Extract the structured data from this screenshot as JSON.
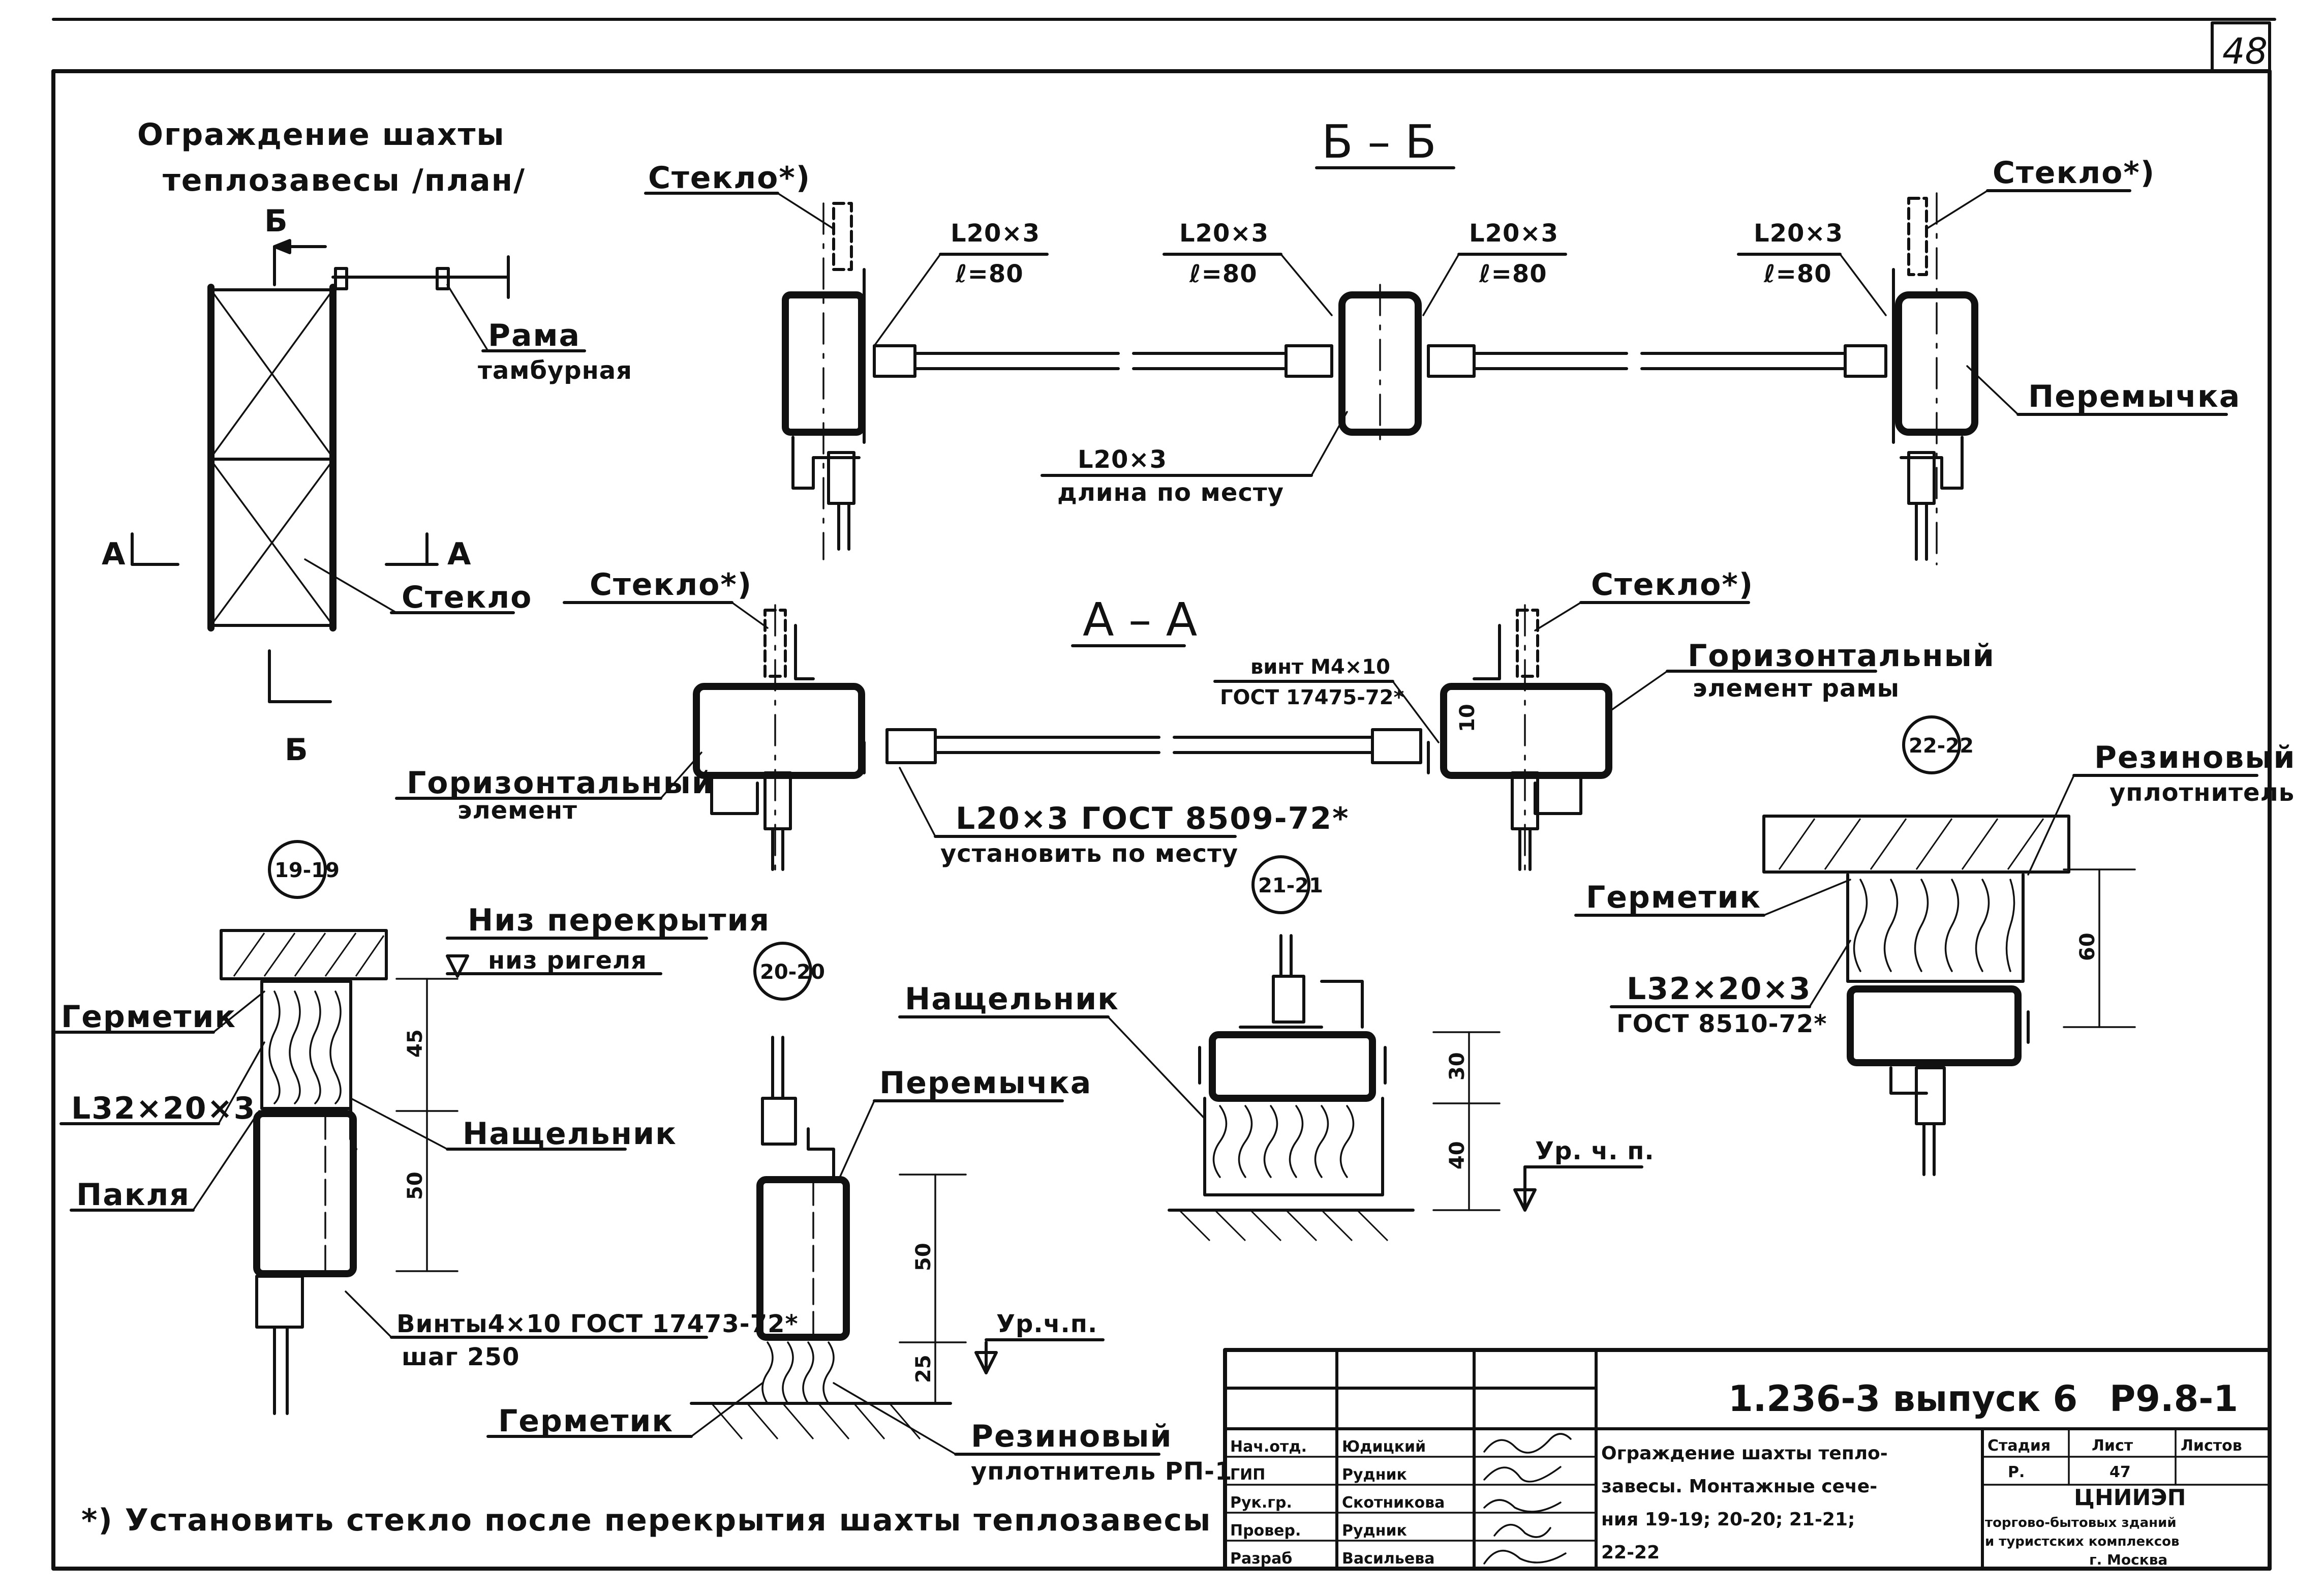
{
  "sheet_number": "48",
  "plan": {
    "title_line1": "Ограждение шахты",
    "title_line2": "теплозавесы /план/",
    "label_frame": "Рама",
    "label_frame_sub": "тамбурная",
    "label_glass": "Стекло",
    "cut_b": "Б",
    "cut_a": "А"
  },
  "section_bb": {
    "title": "Б – Б",
    "glass_left": "Стекло*)",
    "glass_right": "Стекло*)",
    "angle_1": "L20×3",
    "angle_1_len": "ℓ=80",
    "angle_2": "L20×3",
    "angle_2_len": "ℓ=80",
    "angle_3": "L20×3",
    "angle_3_len": "ℓ=80",
    "angle_4": "L20×3",
    "angle_4_len": "ℓ=80",
    "angle_bottom": "L20×3",
    "angle_bottom_note": "длина по месту",
    "lintel": "Перемычка"
  },
  "section_aa": {
    "title": "А – А",
    "glass_left": "Стекло*)",
    "glass_right": "Стекло*)",
    "screw": "винт М4×10",
    "screw_gost": "ГОСТ 17475-72*",
    "dim_10": "10",
    "horiz_elem_right_1": "Горизонтальный",
    "horiz_elem_right_2": "элемент рамы",
    "horiz_elem_left_1": "Горизонтальный",
    "horiz_elem_left_2": "элемент",
    "angle": "L20×3 ГОСТ 8509-72*",
    "angle_note": "установить по месту"
  },
  "section_19": {
    "tag": "19-19",
    "slab_bottom": "Низ перекрытия",
    "beam_bottom": "низ ригеля",
    "sealant": "Герметик",
    "angle": "L32×20×3",
    "batten": "Нащельник",
    "tow": "Пакля",
    "screws": "Винты4×10 ГОСТ 17473-72*",
    "pitch": "шаг 250",
    "dim_45": "45",
    "dim_50": "50"
  },
  "section_20": {
    "tag": "20-20",
    "lintel": "Перемычка",
    "floor_mark": "Ур.ч.п.",
    "sealant": "Герметик",
    "rubber_1": "Резиновый",
    "rubber_2": "уплотнитель РП-1",
    "dim_50": "50",
    "dim_25": "25"
  },
  "section_21": {
    "tag": "21-21",
    "batten": "Нащельник",
    "floor_mark": "Ур. ч. п.",
    "dim_30": "30",
    "dim_40": "40"
  },
  "section_22": {
    "tag": "22-22",
    "rubber_1": "Резиновый",
    "rubber_2": "уплотнитель",
    "sealant": "Герметик",
    "angle": "L32×20×3",
    "angle_gost": "ГОСТ 8510-72*",
    "dim_60": "60"
  },
  "footnote": "*) Установить стекло после перекрытия шахты теплозавесы",
  "title_block": {
    "code": "1.236-3 выпуск 6",
    "mark": "Р9.8-1",
    "roles": [
      "Нач.отд.",
      "ГИП",
      "Рук.гр.",
      "Провер.",
      "Разраб"
    ],
    "names": [
      "Юдицкий",
      "Рудник",
      "Скотникова",
      "Рудник",
      "Васильева"
    ],
    "description_1": "Ограждение шахты тепло-",
    "description_2": "завесы. Монтажные сече-",
    "description_3": "ния 19-19; 20-20; 21-21;",
    "description_4": "22-22",
    "stage_hdr": "Стадия",
    "sheet_hdr": "Лист",
    "sheets_hdr": "Листов",
    "stage": "Р.",
    "sheet": "47",
    "org_1": "ЦНИИЭП",
    "org_2": "торгово-бытовых зданий",
    "org_3": "и туристских комплексов",
    "org_4": "г. Москва"
  }
}
